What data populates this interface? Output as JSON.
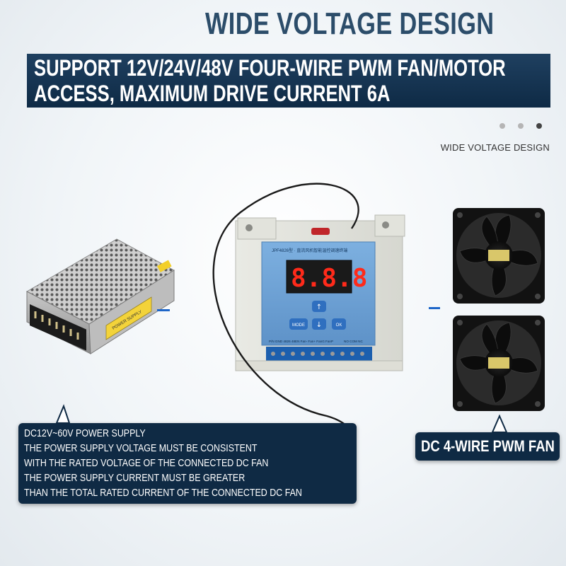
{
  "headline": "WIDE VOLTAGE DESIGN",
  "subtitle": {
    "line1": "SUPPORT 12V/24V/48V FOUR-WIRE PWM FAN/MOTOR",
    "line2": "ACCESS, MAXIMUM DRIVE CURRENT 6A"
  },
  "carousel": {
    "count": 3,
    "active_index": 2
  },
  "caption": "WIDE VOLTAGE DESIGN",
  "controller": {
    "model_label": "JPF4826型 · 直流风机智能温控调速终端",
    "display": "8.8.8",
    "buttons": [
      "MODE",
      "OK"
    ],
    "terminal_labels_left": "P/N  GND 4826 48EN Fan- Fan+ FanG FanP",
    "terminal_labels_right": "NO  COM  NC"
  },
  "power_supply": {
    "label_text": "POWER SUPPLY"
  },
  "power_notes": [
    "DC12V~60V POWER SUPPLY",
    "THE POWER SUPPLY VOLTAGE MUST BE CONSISTENT",
    "WITH THE RATED VOLTAGE OF THE CONNECTED DC FAN",
    "THE POWER SUPPLY CURRENT MUST BE GREATER",
    "THAN THE TOTAL RATED CURRENT OF THE CONNECTED DC FAN"
  ],
  "fan_label": "DC 4-WIRE PWM FAN",
  "colors": {
    "headline": "#2c4d6a",
    "banner": "#0e2a45",
    "controller_panel": "#6b9ed3",
    "display_bg": "#1a1a1a",
    "display_digits": "#ff2a1a",
    "key_blue": "#2f6fbf"
  }
}
